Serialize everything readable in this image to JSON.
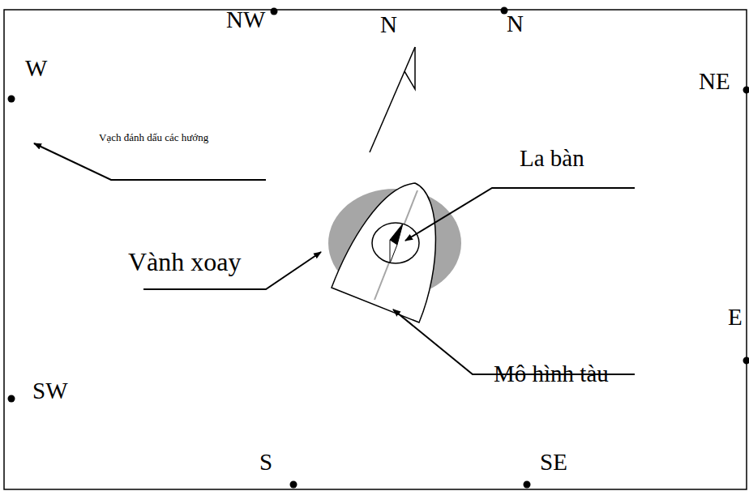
{
  "diagram": {
    "labels": [
      "NW",
      "N",
      "N",
      "NE",
      "W",
      "Vạch đánh dấu các hướng",
      "La bàn",
      "Vành xoay",
      "E",
      "Mô hình tàu",
      "SW",
      "S",
      "SE"
    ]
  }
}
